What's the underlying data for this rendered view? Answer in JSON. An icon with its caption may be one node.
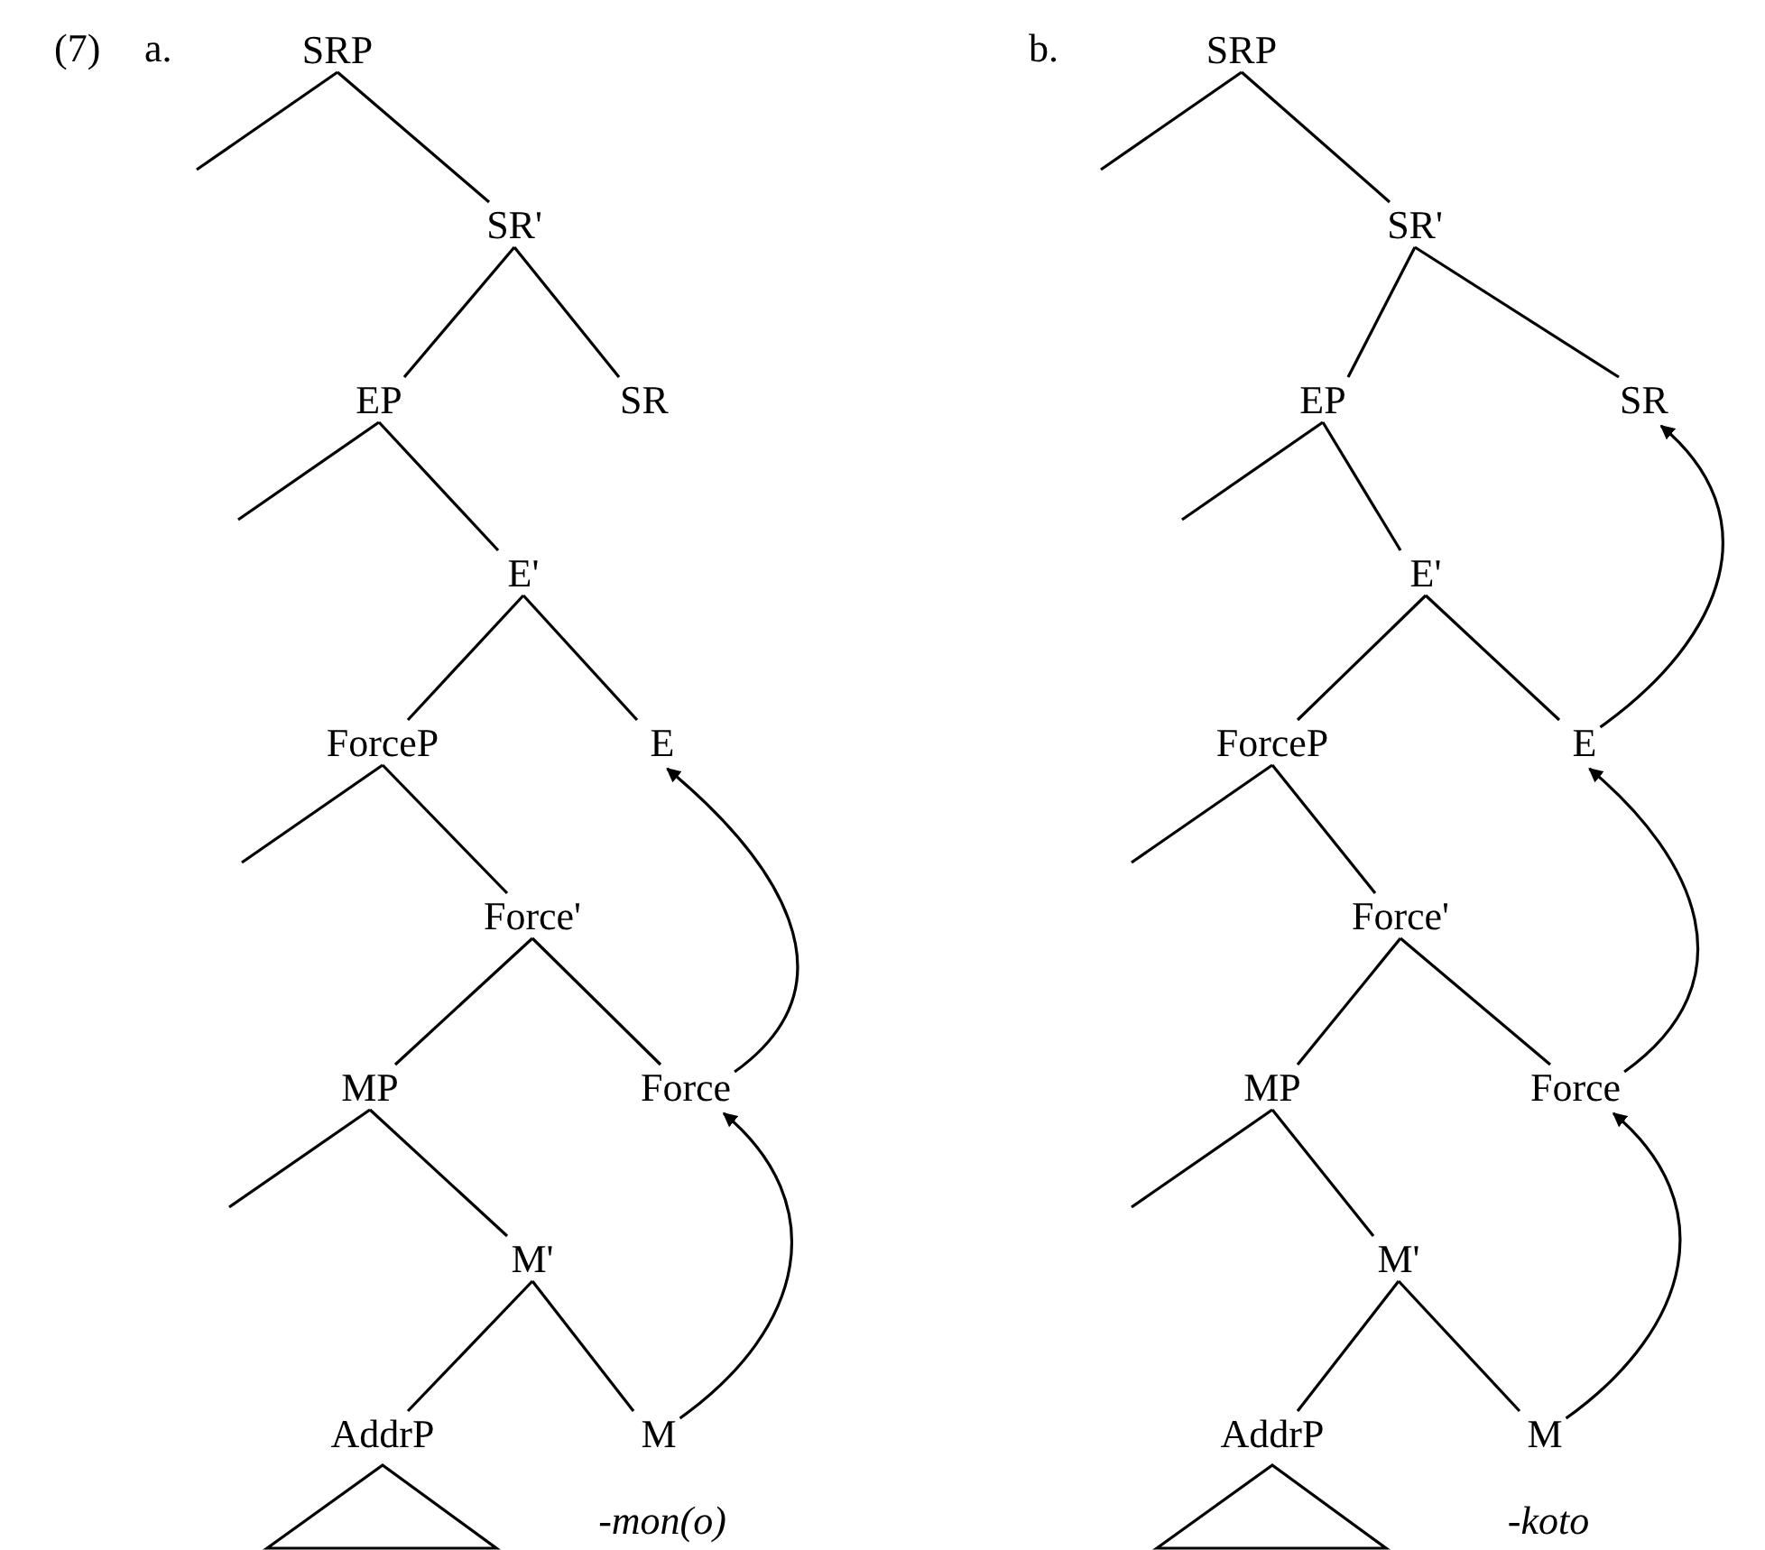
{
  "diagram": {
    "nodes": [
      {
        "text": [
          "SRP"
        ]
      },
      {
        "text": [
          "SR'"
        ]
      },
      {
        "text": [
          "EP"
        ]
      },
      {
        "text": [
          "SR"
        ]
      },
      {
        "text": [
          "E'"
        ]
      },
      {
        "text": [
          "ForceP"
        ]
      },
      {
        "text": [
          "E"
        ]
      },
      {
        "text": [
          "Force'"
        ]
      },
      {
        "text": [
          "MP"
        ]
      },
      {
        "text": [
          "Force"
        ]
      },
      {
        "text": [
          "M'"
        ]
      },
      {
        "text": [
          "AddrP"
        ]
      },
      {
        "text": [
          "M"
        ],
        "beside": [
          "-mon(o)"
        ]
      },
      {
        "text": [],
        "shape": "triangle"
      },
      {
        "text": [
          "SRP"
        ]
      },
      {
        "text": [
          "SR'"
        ]
      },
      {
        "text": [
          "EP"
        ]
      },
      {
        "text": [
          "SR"
        ]
      },
      {
        "text": [
          "E'"
        ]
      },
      {
        "text": [
          "ForceP"
        ]
      },
      {
        "text": [
          "E"
        ]
      },
      {
        "text": [
          "Force'"
        ]
      },
      {
        "text": [
          "MP"
        ]
      },
      {
        "text": [
          "Force"
        ]
      },
      {
        "text": [
          "M'"
        ]
      },
      {
        "text": [
          "AddrP"
        ]
      },
      {
        "text": [
          "M"
        ],
        "beside": [
          "-koto"
        ]
      },
      {
        "text": [],
        "shape": "triangle"
      }
    ],
    "edges": [
      {
        "from": 0,
        "to": null,
        "arrow": "none"
      },
      {
        "from": 0,
        "to": 1,
        "arrow": "none"
      },
      {
        "from": 1,
        "to": 2,
        "arrow": "none"
      },
      {
        "from": 1,
        "to": 3,
        "arrow": "none"
      },
      {
        "from": 2,
        "to": null,
        "arrow": "none"
      },
      {
        "from": 2,
        "to": 4,
        "arrow": "none"
      },
      {
        "from": 4,
        "to": 5,
        "arrow": "none"
      },
      {
        "from": 4,
        "to": 6,
        "arrow": "none"
      },
      {
        "from": 5,
        "to": null,
        "arrow": "none"
      },
      {
        "from": 5,
        "to": 7,
        "arrow": "none"
      },
      {
        "from": 7,
        "to": 8,
        "arrow": "none"
      },
      {
        "from": 7,
        "to": 9,
        "arrow": "none"
      },
      {
        "from": 8,
        "to": null,
        "arrow": "none"
      },
      {
        "from": 8,
        "to": 10,
        "arrow": "none"
      },
      {
        "from": 10,
        "to": 11,
        "arrow": "none"
      },
      {
        "from": 10,
        "to": 12,
        "arrow": "none"
      },
      {
        "from": 12,
        "to": 9,
        "arrow": "to"
      },
      {
        "from": 9,
        "to": 6,
        "arrow": "to"
      },
      {
        "from": 14,
        "to": null,
        "arrow": "none"
      },
      {
        "from": 14,
        "to": 15,
        "arrow": "none"
      },
      {
        "from": 15,
        "to": 16,
        "arrow": "none"
      },
      {
        "from": 15,
        "to": 17,
        "arrow": "none"
      },
      {
        "from": 16,
        "to": null,
        "arrow": "none"
      },
      {
        "from": 16,
        "to": 18,
        "arrow": "none"
      },
      {
        "from": 18,
        "to": 19,
        "arrow": "none"
      },
      {
        "from": 18,
        "to": 20,
        "arrow": "none"
      },
      {
        "from": 19,
        "to": null,
        "arrow": "none"
      },
      {
        "from": 19,
        "to": 21,
        "arrow": "none"
      },
      {
        "from": 21,
        "to": 22,
        "arrow": "none"
      },
      {
        "from": 21,
        "to": 23,
        "arrow": "none"
      },
      {
        "from": 22,
        "to": null,
        "arrow": "none"
      },
      {
        "from": 22,
        "to": 24,
        "arrow": "none"
      },
      {
        "from": 24,
        "to": 25,
        "arrow": "none"
      },
      {
        "from": 24,
        "to": 26,
        "arrow": "none"
      },
      {
        "from": 26,
        "to": 23,
        "arrow": "to"
      },
      {
        "from": 23,
        "to": 20,
        "arrow": "to"
      },
      {
        "from": 20,
        "to": 17,
        "arrow": "to"
      }
    ],
    "labels": [
      "(7)",
      "a.",
      "b."
    ]
  }
}
